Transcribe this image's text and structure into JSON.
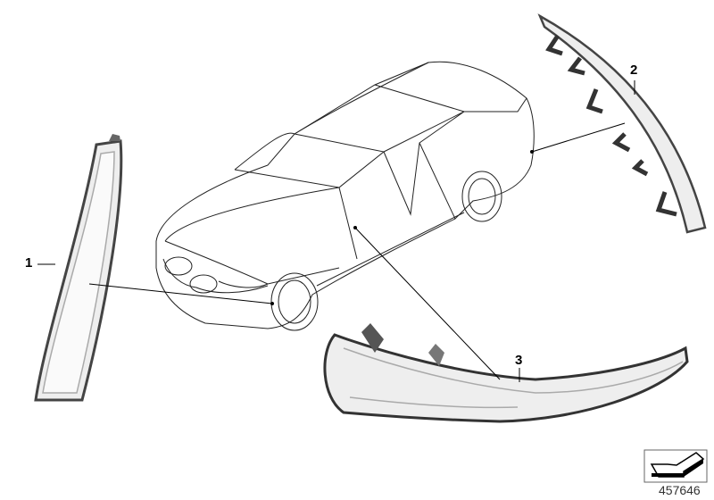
{
  "callouts": [
    {
      "id": "1",
      "part": "side-marker-strip"
    },
    {
      "id": "2",
      "part": "rear-light-strip"
    },
    {
      "id": "3",
      "part": "mirror-turn-indicator"
    }
  ],
  "diagram_number": "457646",
  "icon": "arrow-down-left-icon",
  "colors": {
    "line": "#000000",
    "part_fill": "#f2f2f2",
    "part_edge": "#444444"
  }
}
